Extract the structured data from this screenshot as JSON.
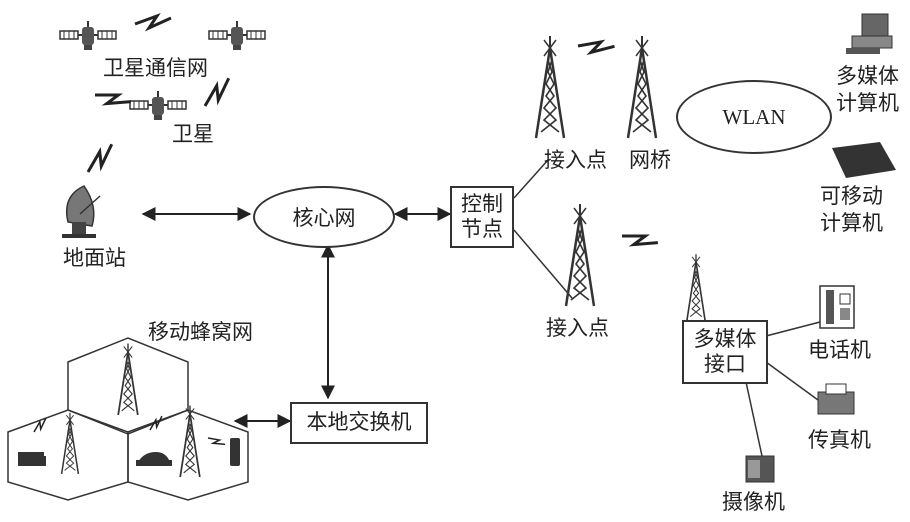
{
  "labels": {
    "satellite_network": "卫星通信网",
    "satellite": "卫星",
    "ground_station": "地面站",
    "core_network": "核心网",
    "control_node_line1": "控制",
    "control_node_line2": "节点",
    "access_point_top": "接入点",
    "bridge": "网桥",
    "wlan": "WLAN",
    "multimedia_computer_line1": "多媒体",
    "multimedia_computer_line2": "计算机",
    "mobile_computer_line1": "可移动",
    "mobile_computer_line2": "计算机",
    "access_point_bottom": "接入点",
    "multimedia_interface_line1": "多媒体",
    "multimedia_interface_line2": "接口",
    "phone": "电话机",
    "fax": "传真机",
    "camera": "摄像机",
    "cellular_network": "移动蜂窝网",
    "local_exchange": "本地交换机"
  }
}
